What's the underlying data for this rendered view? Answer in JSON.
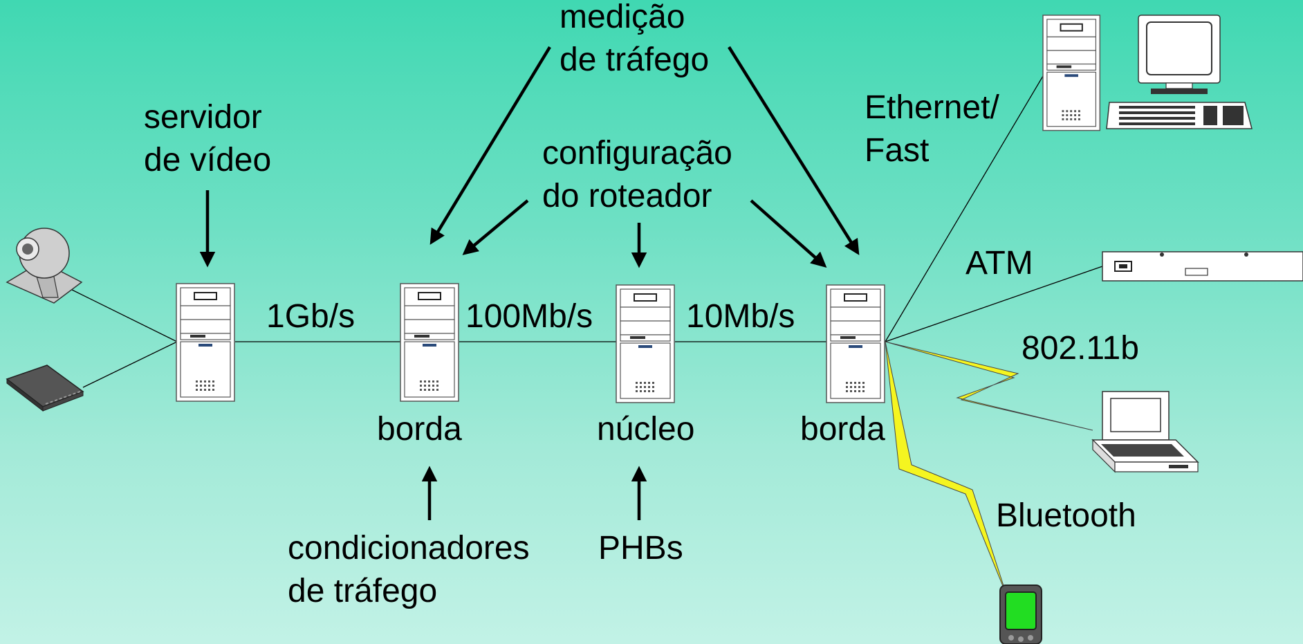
{
  "labels": {
    "traffic_metering": [
      "medição",
      "de tráfego"
    ],
    "video_server": [
      "servidor",
      "de vídeo"
    ],
    "router_config": [
      "configuração",
      "do roteador"
    ],
    "ethernet": [
      "Ethernet/",
      "Fast"
    ],
    "atm": "ATM",
    "wifi": "802.11b",
    "bluetooth": "Bluetooth",
    "link_1g": "1Gb/s",
    "link_100m": "100Mb/s",
    "link_10m": "10Mb/s",
    "edge_left": "borda",
    "core": "núcleo",
    "edge_right": "borda",
    "traffic_conditioners": [
      "condicionadores",
      "de tráfego"
    ],
    "phbs": "PHBs"
  },
  "colors": {
    "bolt": "#f5f520",
    "pda_screen": "#22dd22"
  }
}
